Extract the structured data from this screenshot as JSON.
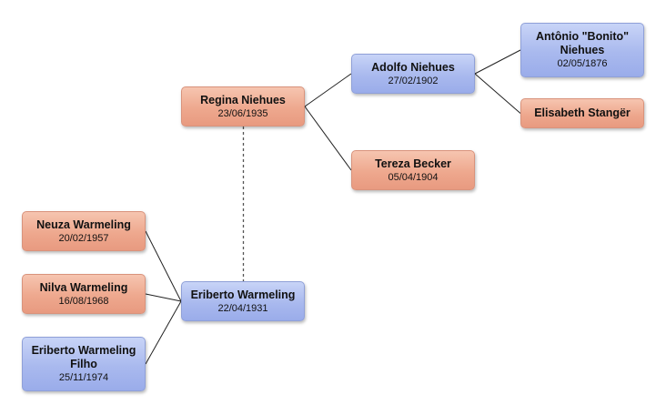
{
  "people": {
    "antonio": {
      "name": "Antônio \"Bonito\" Niehues",
      "date": "02/05/1876",
      "sex": "male"
    },
    "elisabeth": {
      "name": "Elisabeth Stangër",
      "date": "",
      "sex": "female"
    },
    "adolfo": {
      "name": "Adolfo Niehues",
      "date": "27/02/1902",
      "sex": "male"
    },
    "tereza": {
      "name": "Tereza Becker",
      "date": "05/04/1904",
      "sex": "female"
    },
    "regina": {
      "name": "Regina Niehues",
      "date": "23/06/1935",
      "sex": "female"
    },
    "eriberto": {
      "name": "Eriberto Warmeling",
      "date": "22/04/1931",
      "sex": "male"
    },
    "neuza": {
      "name": "Neuza Warmeling",
      "date": "20/02/1957",
      "sex": "female"
    },
    "nilva": {
      "name": "Nilva Warmeling",
      "date": "16/08/1968",
      "sex": "female"
    },
    "eriberto_jr": {
      "name": "Eriberto Warmeling Filho",
      "date": "25/11/1974",
      "sex": "male"
    }
  },
  "parent_links": [
    {
      "child": "regina",
      "parent": "adolfo"
    },
    {
      "child": "regina",
      "parent": "tereza"
    },
    {
      "child": "adolfo",
      "parent": "antonio"
    },
    {
      "child": "adolfo",
      "parent": "elisabeth"
    },
    {
      "child": "neuza",
      "parent": "eriberto"
    },
    {
      "child": "nilva",
      "parent": "eriberto"
    },
    {
      "child": "eriberto_jr",
      "parent": "eriberto"
    }
  ],
  "spouse_links": [
    {
      "a": "regina",
      "b": "eriberto"
    }
  ],
  "colors": {
    "male": "#a9b9ee",
    "female": "#eea88e",
    "line": "#222222"
  }
}
